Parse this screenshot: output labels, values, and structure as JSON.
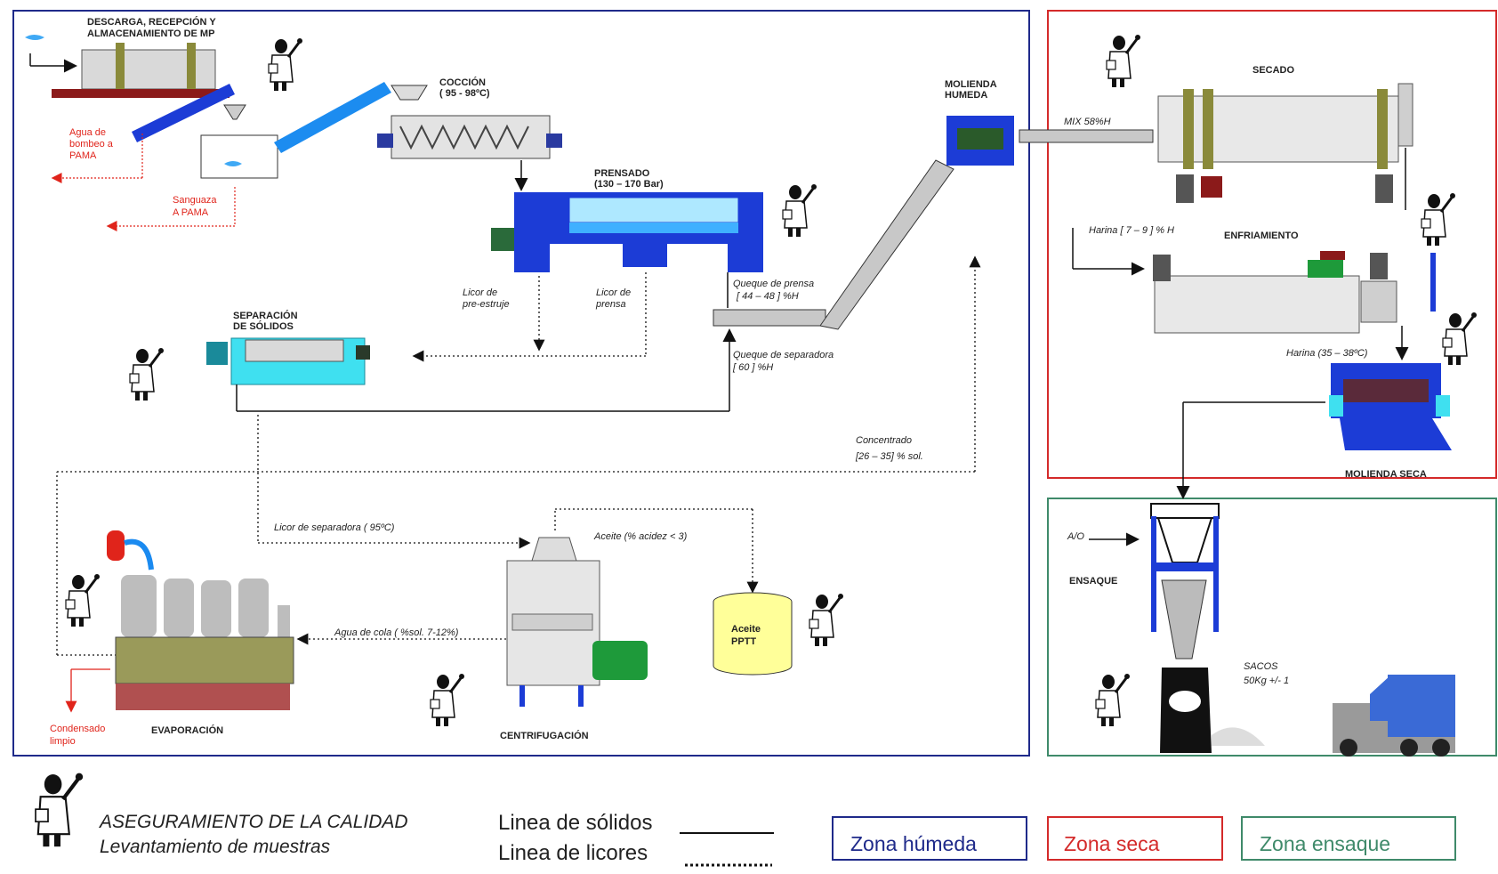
{
  "stages": {
    "descarga": "DESCARGA, RECEPCIÓN Y",
    "descarga2": "ALMACENAMIENTO DE MP",
    "coccion": "COCCIÓN",
    "coccion_temp": "( 95 - 98ºC)",
    "prensado": "PRENSADO",
    "prensado_pres": "(130 – 170 Bar)",
    "molienda_humeda": "MOLIENDA",
    "molienda_humeda2": "HUMEDA",
    "separacion": "SEPARACIÓN",
    "separacion2": "DE SÓLIDOS",
    "secado": "SECADO",
    "enfriamiento": "ENFRIAMIENTO",
    "molienda_seca": "MOLIENDA SECA",
    "ensaque": "ENSAQUE",
    "evaporacion": "EVAPORACIÓN",
    "centrifugacion": "CENTRIFUGACIÓN"
  },
  "annotations": {
    "agua_bombeo1": "Agua de",
    "agua_bombeo2": "bombeo a",
    "agua_bombeo3": "PAMA",
    "sanguaza1": "Sanguaza",
    "sanguaza2": "A PAMA",
    "licor_pre1": "Licor de",
    "licor_pre2": "pre-estruje",
    "licor_prensa1": "Licor de",
    "licor_prensa2": "prensa",
    "queque_prensa1": "Queque de prensa",
    "queque_prensa2": "[ 44 – 48 ] %H",
    "queque_sep1": "Queque de separadora",
    "queque_sep2": "[ 60 ] %H",
    "mix": "MIX 58%H",
    "harina_7_9": "Harina [ 7 – 9 ] % H",
    "harina_temp": "Harina (35 – 38ºC)",
    "concentrado1": "Concentrado",
    "concentrado2": "[26 – 35] % sol.",
    "licor_sep": "Licor de separadora ( 95ºC)",
    "aceite": "Aceite (% acidez < 3)",
    "aceite_tank1": "Aceite",
    "aceite_tank2": "PPTT",
    "agua_cola": "Agua de cola  ( %sol. 7-12%)",
    "condensado1": "Condensado",
    "condensado2": "limpio",
    "ao": "A/O",
    "sacos1": "SACOS",
    "sacos2": "50Kg +/- 1"
  },
  "legend": {
    "qa_title": "ASEGURAMIENTO DE LA CALIDAD",
    "qa_sub": "Levantamiento de muestras",
    "solidos": "Linea de sólidos",
    "licores": "Linea de licores",
    "zona_humeda": "Zona húmeda",
    "zona_seca": "Zona seca",
    "zona_ensaque": "Zona  ensaque"
  },
  "colors": {
    "zona_humeda": "#1f2a8a",
    "zona_seca": "#d42a2a",
    "zona_ensaque": "#3f8a6a",
    "equipment_blue": "#1c3cd6",
    "conveyor": "#c8c8c8",
    "cyan": "#3fe0f0",
    "aceite": "#ffff99"
  }
}
